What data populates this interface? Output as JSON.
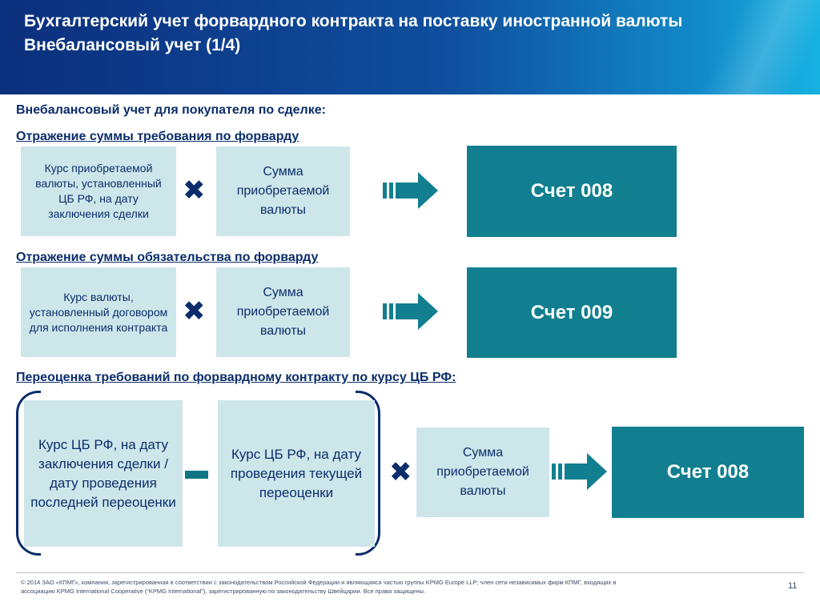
{
  "header": {
    "title": "Бухгалтерский учет форвардного контракта на поставку иностранной валюты",
    "subtitle": "Внебалансовый учет (1/4)"
  },
  "section_title": "Внебалансовый учет для покупателя по сделке:",
  "block1": {
    "heading": "Отражение суммы требования по форварду",
    "left": "Курс приобретаемой валюты, установленный ЦБ РФ, на дату заключения сделки",
    "right": "Сумма приобретаемой валюты",
    "account": "Счет 008"
  },
  "block2": {
    "heading": "Отражение суммы обязательства по форварду",
    "left": "Курс валюты, установленный договором для исполнения контракта",
    "right": "Сумма приобретаемой валюты",
    "account": "Счет 009"
  },
  "block3": {
    "heading": "Переоценка требований по форвардному контракту по курсу ЦБ РФ:",
    "left": "Курс ЦБ РФ, на дату заключения сделки / дату проведения последней переоценки",
    "middle": "Курс ЦБ РФ, на дату проведения текущей переоценки",
    "right": "Сумма приобретаемой валюты",
    "account": "Счет 008"
  },
  "operators": {
    "multiply": "✖"
  },
  "footer": {
    "text": "© 2014 ЗАО «КПМГ», компания, зарегистрированная в соответствии с законодательством Российской Федерации и являющаяся частью группы KPMG Europe LLP; член сети независимых фирм КПМГ, входящих в ассоциацию KPMG International Cooperative (“KPMG International”), зарегистрированную по законодательству Швейцарии. Все права защищены.",
    "page_number": "11"
  },
  "colors": {
    "header_dark": "#0b2f7d",
    "header_light": "#16b2e2",
    "light_box": "#cde6ea",
    "account_box": "#117f8f",
    "text_dark": "#0b2d6b"
  },
  "icons": [
    "multiply-icon",
    "minus-icon",
    "right-arrow-icon"
  ]
}
